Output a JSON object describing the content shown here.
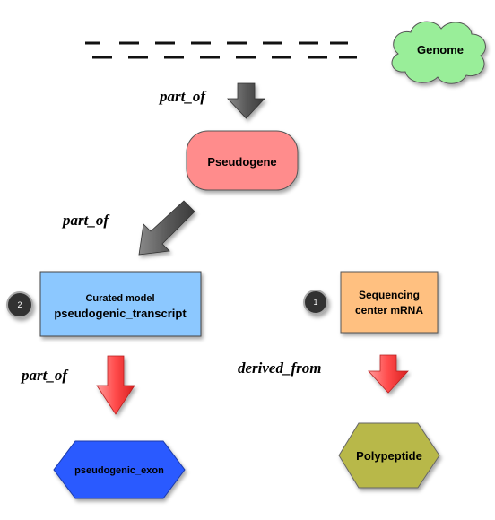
{
  "genome": {
    "label": "Genome",
    "color": "#99ee99"
  },
  "pseudogene": {
    "label": "Pseudogene",
    "color": "#ff8c8c"
  },
  "curated_model": {
    "line1": "Curated model",
    "line2": "pseudogenic_transcript",
    "badge": "2",
    "color": "#8cc8ff"
  },
  "sequencing_mrna": {
    "line1": "Sequencing",
    "line2": "center mRNA",
    "badge": "1",
    "color": "#ffc080"
  },
  "pseudogenic_exon": {
    "label": "pseudogenic_exon",
    "color": "#2a5aff"
  },
  "polypeptide": {
    "label": "Polypeptide",
    "color": "#b8b848"
  },
  "relations": {
    "genome_to_pseudogene": "part_of",
    "pseudogene_to_transcript": "part_of",
    "transcript_to_exon": "part_of",
    "mrna_to_polypeptide": "derived_from"
  },
  "colors": {
    "gray_arrow": "#5a5a5a",
    "red_arrow": "#ff4444",
    "badge": "#333333",
    "dash": "#111111"
  }
}
